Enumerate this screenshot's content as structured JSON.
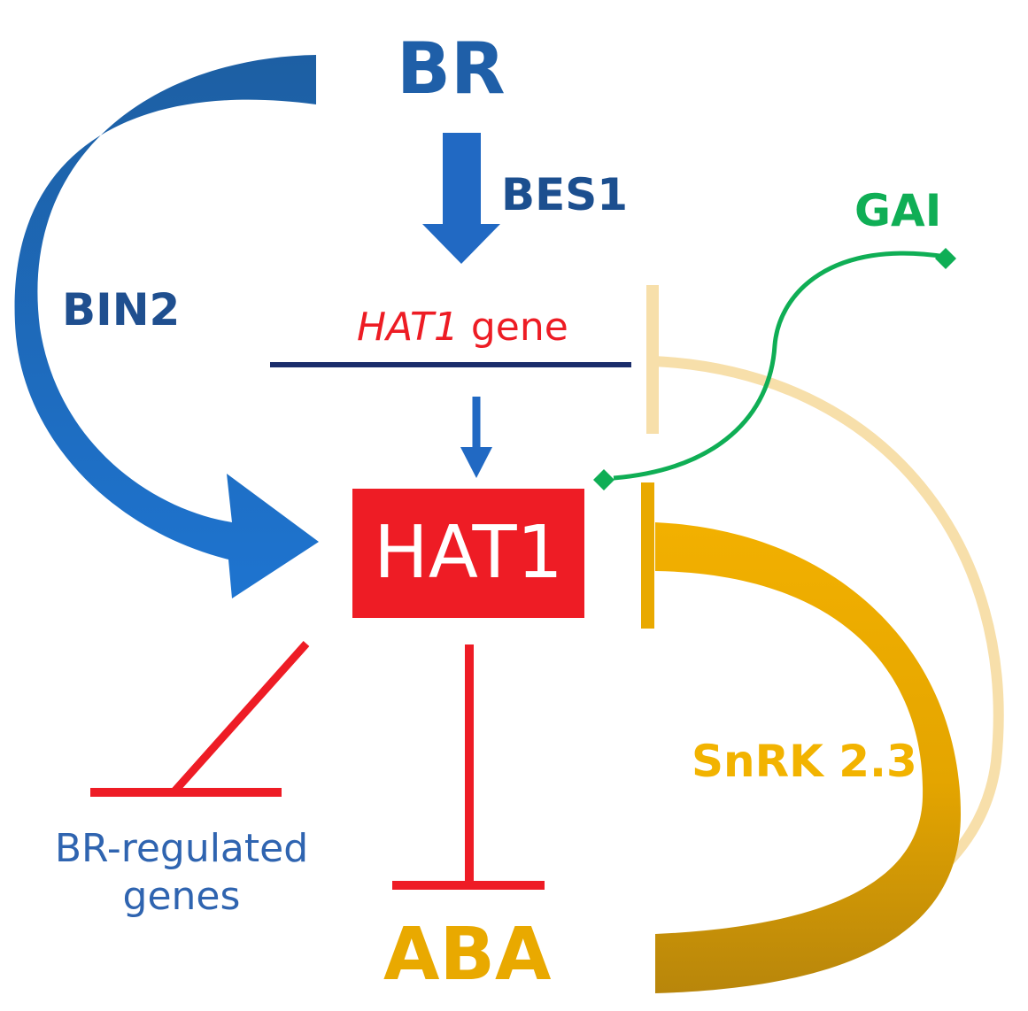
{
  "nodes": {
    "br": "BR",
    "bes1": "BES1",
    "gai": "GAI",
    "bin2": "BIN2",
    "hat1_gene_italic": "HAT1",
    "hat1_gene_suffix": " gene",
    "hat1_protein": "HAT1",
    "br_regulated_genes": "BR-regulated genes",
    "snrk": "SnRK 2.3",
    "aba": "ABA"
  },
  "colors": {
    "br_blue": "#1f5fa8",
    "hat1_red": "#ee1c25",
    "gai_green": "#0fae55",
    "snrk_gold": "#e9a900",
    "inhibition_pale": "#f7dfaa"
  }
}
